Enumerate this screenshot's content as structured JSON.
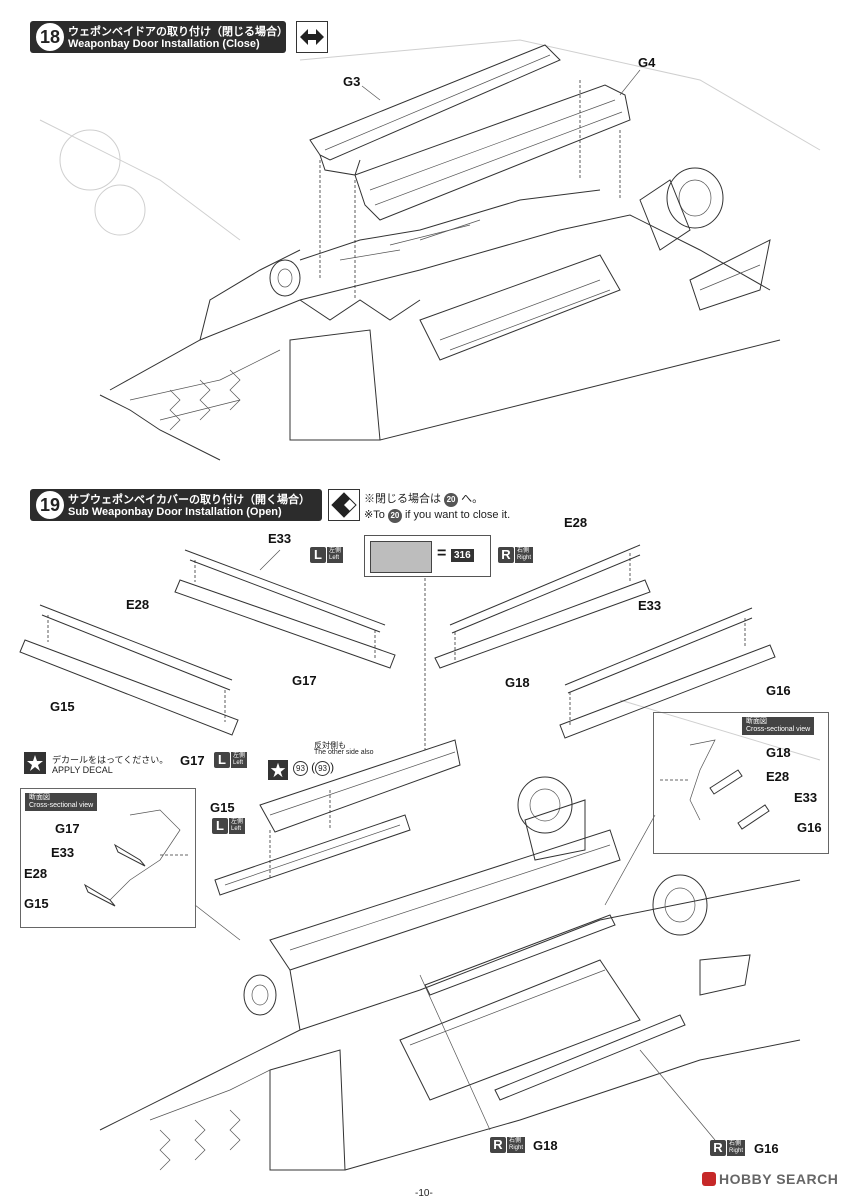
{
  "step18": {
    "number": "18",
    "title_jp": "ウェポンベイドアの取り付け（閉じる場合）",
    "title_en": "Weaponbay Door Installation (Close)",
    "parts": [
      "G3",
      "G4"
    ]
  },
  "step19": {
    "number": "19",
    "title_jp": "サブウェポンベイカバーの取り付け（開く場合）",
    "title_en": "Sub Weaponbay Door Installation (Open)",
    "note_jp_prefix": "※閉じる場合は",
    "note_jp_ref": "20",
    "note_jp_suffix": "へ。",
    "note_en_prefix": "※To",
    "note_en_ref": "20",
    "note_en_suffix": "if you want to close it.",
    "paint_ref": "316",
    "paint_equals": "=",
    "left_letter": "L",
    "left_jp": "左側",
    "left_en": "Left",
    "right_letter": "R",
    "right_jp": "右側",
    "right_en": "Right",
    "parts_top": [
      "E33",
      "E28",
      "E28",
      "E33"
    ],
    "parts_mid": [
      "G15",
      "G17",
      "G18",
      "G16"
    ],
    "decal_jp": "デカールをはってください。",
    "decal_en": "APPLY DECAL",
    "other_side_jp": "反対側も",
    "other_side_en": "The other side also",
    "decal_ref_a": "93",
    "decal_ref_b": "93",
    "label_g17": "G17",
    "label_g15": "G15",
    "label_g18_bottom": "G18",
    "label_g16_bottom": "G16",
    "cross_section_jp": "断面図",
    "cross_section_en": "Cross-sectional view",
    "left_inset_parts": [
      "G17",
      "E33",
      "E28",
      "G15"
    ],
    "right_inset_parts": [
      "G18",
      "E28",
      "E33",
      "G16"
    ]
  },
  "footer": {
    "page": "-10-",
    "watermark": "HOBBY SEARCH"
  }
}
